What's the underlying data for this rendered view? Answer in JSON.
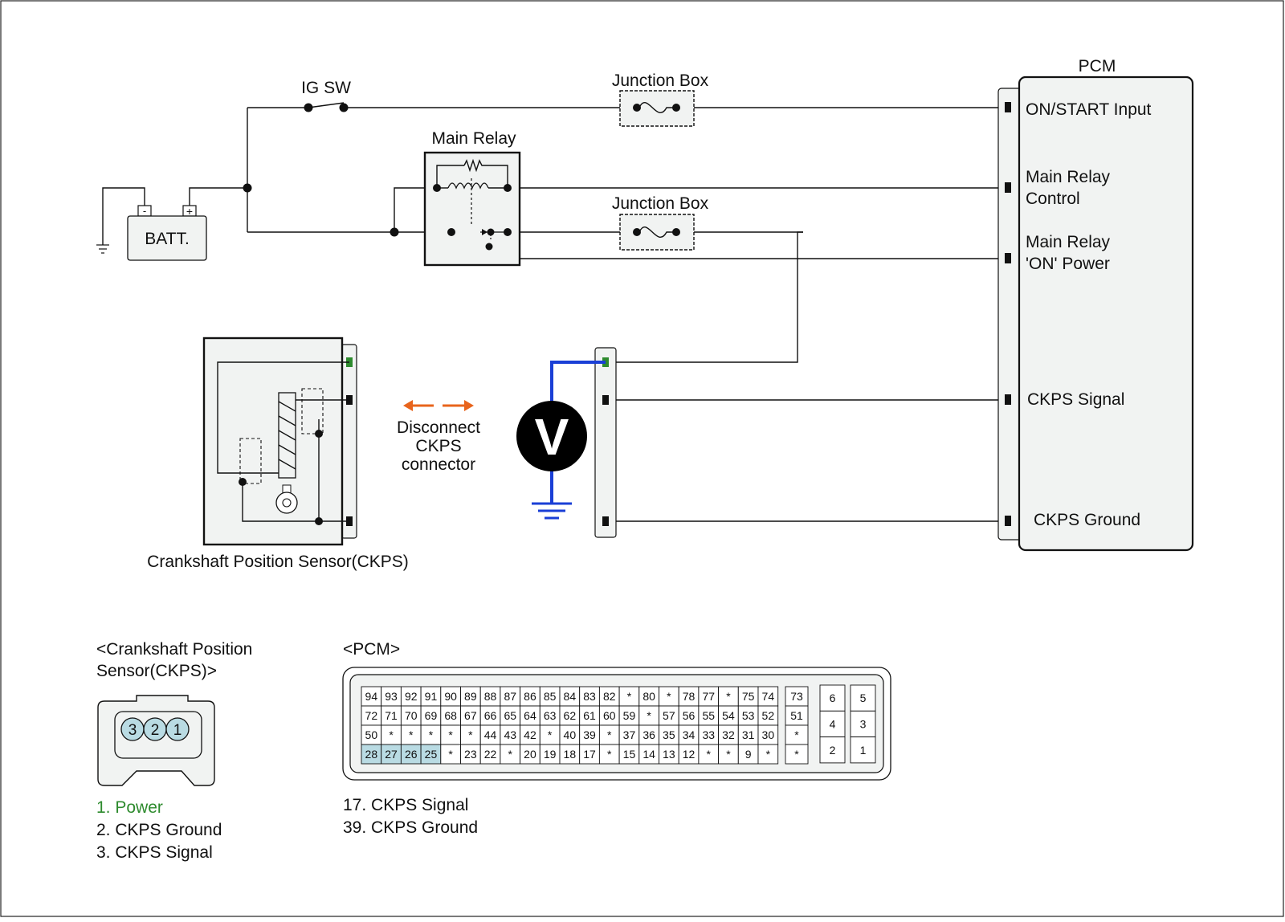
{
  "labels": {
    "ig_sw": "IG SW",
    "junction_box_1": "Junction Box",
    "junction_box_2": "Junction Box",
    "main_relay": "Main Relay",
    "battery": "BATT.",
    "battery_minus": "-",
    "battery_plus": "+",
    "pcm": "PCM",
    "voltmeter": "V",
    "ckps_caption": "Crankshaft Position Sensor(CKPS)"
  },
  "pcm_pins": [
    {
      "text": "ON/START Input"
    },
    {
      "text": "Main Relay",
      "text2": "Control"
    },
    {
      "text": "Main Relay",
      "text2": "'ON' Power"
    },
    {
      "text": "CKPS Signal"
    },
    {
      "text": "CKPS Ground"
    }
  ],
  "instruction": {
    "line1": "Disconnect",
    "line2": "CKPS",
    "line3": "connector"
  },
  "ckps_connector": {
    "title_line1": "<Crankshaft Position",
    "title_line2": "Sensor(CKPS)>",
    "pins": [
      "3",
      "2",
      "1"
    ],
    "legend": [
      {
        "text": "1. Power",
        "color": "#2e8b2e"
      },
      {
        "text": "2. CKPS Ground",
        "color": "#111111"
      },
      {
        "text": "3. CKPS Signal",
        "color": "#111111"
      }
    ]
  },
  "pcm_connector": {
    "title": "<PCM>",
    "rows": [
      [
        "94",
        "93",
        "92",
        "91",
        "90",
        "89",
        "88",
        "87",
        "86",
        "85",
        "84",
        "83",
        "82",
        "*",
        "80",
        "*",
        "78",
        "77",
        "*",
        "75",
        "74"
      ],
      [
        "72",
        "71",
        "70",
        "69",
        "68",
        "67",
        "66",
        "65",
        "64",
        "63",
        "62",
        "61",
        "60",
        "59",
        "*",
        "57",
        "56",
        "55",
        "54",
        "53",
        "52"
      ],
      [
        "50",
        "*",
        "*",
        "*",
        "*",
        "*",
        "44",
        "43",
        "42",
        "*",
        "40",
        "39",
        "*",
        "37",
        "36",
        "35",
        "34",
        "33",
        "32",
        "31",
        "30"
      ],
      [
        "28",
        "27",
        "26",
        "25",
        "*",
        "23",
        "22",
        "*",
        "20",
        "19",
        "18",
        "17",
        "*",
        "15",
        "14",
        "13",
        "12",
        "*",
        "*",
        "9",
        "*"
      ]
    ],
    "side_col": [
      "73",
      "51",
      "*",
      "*"
    ],
    "block_left": [
      "6",
      "4",
      "2"
    ],
    "block_right": [
      "5",
      "3",
      "1"
    ],
    "highlight": [
      "28",
      "27",
      "26",
      "25"
    ],
    "legend": [
      "17. CKPS Signal",
      "39. CKPS Ground"
    ]
  },
  "colors": {
    "wire": "#111111",
    "meter_lead": "#1a3fd6",
    "arrow": "#e8641c",
    "power_pin": "#2e8b2e",
    "highlight_cell": "#b9dbe3",
    "component_fill": "#f1f3f2"
  }
}
